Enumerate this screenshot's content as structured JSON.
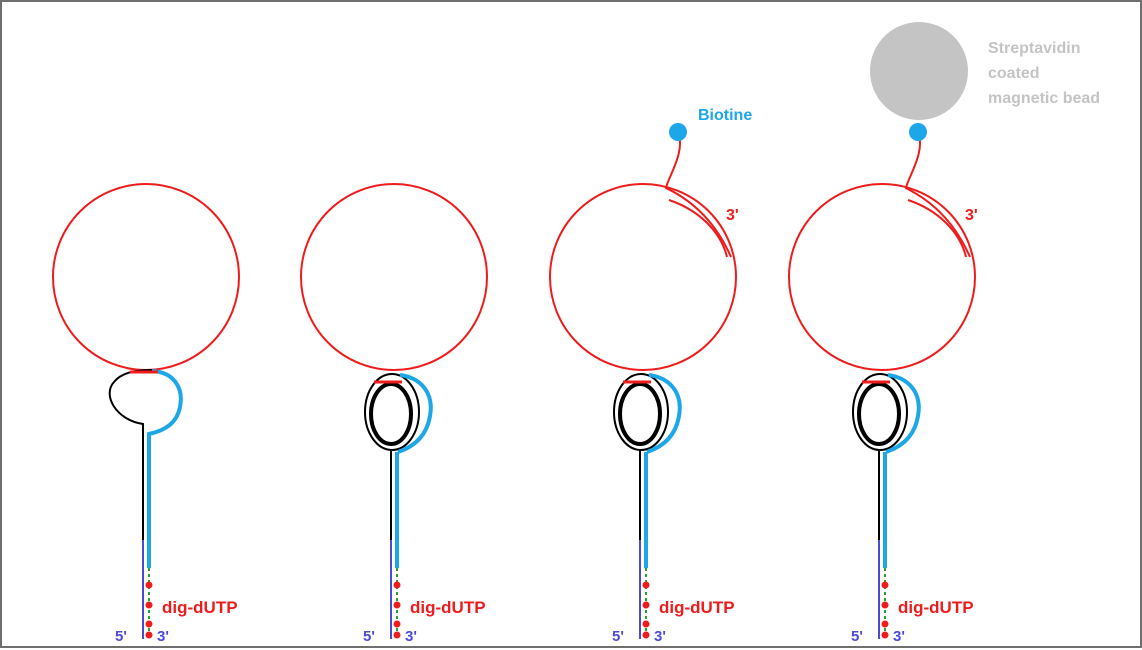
{
  "colors": {
    "plasmid": "#ee1c1c",
    "black_strand": "#000000",
    "blue_strand": "#1ea7e8",
    "dig_tail": "#4b4bd8",
    "green_segment": "#29a329",
    "dig_dot": "#ee1c1c",
    "bead": "#c4c4c4",
    "bead_label": "#c4c4c4",
    "biotine": "#1ea7e8",
    "border": "#6f6f6f"
  },
  "labels": {
    "dig_dutp": "dig-dUTP",
    "five_prime": "5'",
    "three_prime": "3'",
    "biotine": "Biotine",
    "bead_line1": "Streptavidin",
    "bead_line2": "coated",
    "bead_line3": "magnetic bead"
  },
  "constructs": [
    {
      "id": "construct-1",
      "loop": "single",
      "strand_annealed": false,
      "biotine": false,
      "bead": false
    },
    {
      "id": "construct-2",
      "loop": "double",
      "strand_annealed": false,
      "biotine": false,
      "bead": false
    },
    {
      "id": "construct-3",
      "loop": "double",
      "strand_annealed": true,
      "biotine": true,
      "bead": false
    },
    {
      "id": "construct-4",
      "loop": "double",
      "strand_annealed": true,
      "biotine": true,
      "bead": true
    }
  ]
}
